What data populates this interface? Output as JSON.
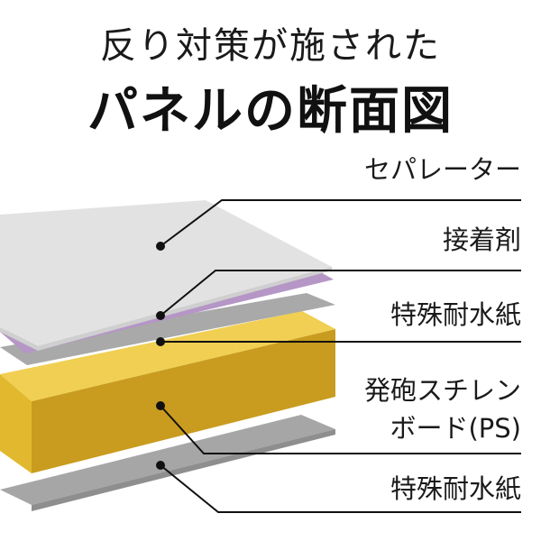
{
  "title": {
    "line1": "反り対策が施された",
    "line2": "パネルの断面図"
  },
  "layers": [
    {
      "label": "セパレーター",
      "color": "#e3e3e3"
    },
    {
      "label": "接着剤",
      "color": "#b89ac8"
    },
    {
      "label": "特殊耐水紙",
      "color": "#a8a8a8"
    },
    {
      "label_line1": "発砲スチレン",
      "label_line2": "ボード(PS)",
      "color": "#d9b22a"
    },
    {
      "label": "特殊耐水紙",
      "color": "#a8a8a8"
    }
  ]
}
